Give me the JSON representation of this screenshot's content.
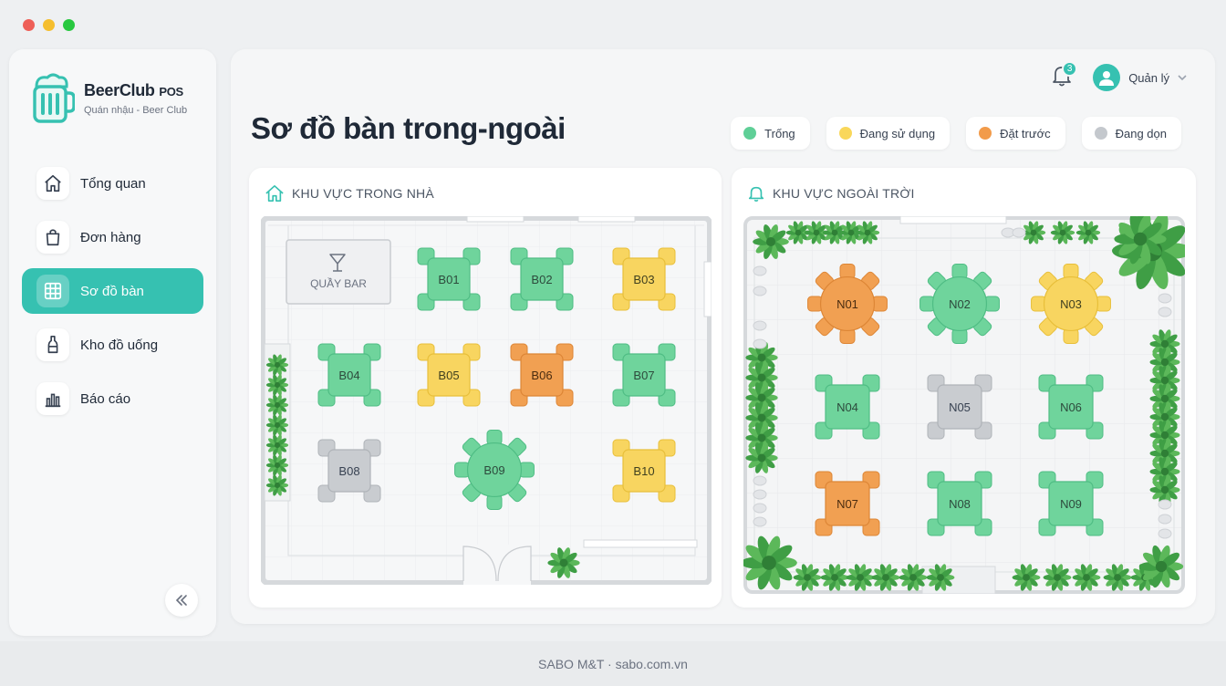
{
  "window": {
    "traffic_lights": [
      "#ee5f57",
      "#f5be2e",
      "#28c840"
    ]
  },
  "brand": {
    "name": "BeerClub",
    "suffix": "POS",
    "subtitle": "Quán nhậu - Beer Club"
  },
  "nav": {
    "items": [
      {
        "label": "Tổng quan",
        "icon": "home-icon",
        "active": false
      },
      {
        "label": "Đơn hàng",
        "icon": "bag-icon",
        "active": false
      },
      {
        "label": "Sơ đồ bàn",
        "icon": "grid-icon",
        "active": true
      },
      {
        "label": "Kho đồ uống",
        "icon": "bottle-icon",
        "active": false
      },
      {
        "label": "Báo cáo",
        "icon": "bar-chart-icon",
        "active": false
      }
    ],
    "collapse_icon": "double-chevron-left-icon"
  },
  "header": {
    "notification_count": "3",
    "user_name": "Quản lý"
  },
  "page": {
    "title": "Sơ đồ bàn trong-ngoài"
  },
  "legend": [
    {
      "label": "Trống",
      "color": "#5fcf97"
    },
    {
      "label": "Đang sử dụng",
      "color": "#f9d75a"
    },
    {
      "label": "Đặt trước",
      "color": "#f29b4a"
    },
    {
      "label": "Đang dọn",
      "color": "#c4c8cd"
    }
  ],
  "colors": {
    "accent": "#36c1b1",
    "empty": "#6fd49c",
    "in_use": "#f8d560",
    "reserved": "#f1a052",
    "cleaning": "#c9ccd0"
  },
  "indoor": {
    "title": "KHU VỰC TRONG NHÀ",
    "bar_label": "QUẦY BAR",
    "tables": [
      {
        "id": "B01",
        "status": "empty",
        "shape": "square"
      },
      {
        "id": "B02",
        "status": "empty",
        "shape": "square"
      },
      {
        "id": "B03",
        "status": "in_use",
        "shape": "square"
      },
      {
        "id": "B04",
        "status": "empty",
        "shape": "square"
      },
      {
        "id": "B05",
        "status": "in_use",
        "shape": "square"
      },
      {
        "id": "B06",
        "status": "reserved",
        "shape": "square"
      },
      {
        "id": "B07",
        "status": "empty",
        "shape": "square"
      },
      {
        "id": "B08",
        "status": "cleaning",
        "shape": "square"
      },
      {
        "id": "B09",
        "status": "empty",
        "shape": "round"
      },
      {
        "id": "B10",
        "status": "in_use",
        "shape": "square"
      }
    ]
  },
  "outdoor": {
    "title": "KHU VỰC NGOÀI TRỜI",
    "tables": [
      {
        "id": "N01",
        "status": "reserved",
        "shape": "round"
      },
      {
        "id": "N02",
        "status": "empty",
        "shape": "round"
      },
      {
        "id": "N03",
        "status": "in_use",
        "shape": "round"
      },
      {
        "id": "N04",
        "status": "empty",
        "shape": "square"
      },
      {
        "id": "N05",
        "status": "cleaning",
        "shape": "square"
      },
      {
        "id": "N06",
        "status": "empty",
        "shape": "square"
      },
      {
        "id": "N07",
        "status": "reserved",
        "shape": "square"
      },
      {
        "id": "N08",
        "status": "empty",
        "shape": "square"
      },
      {
        "id": "N09",
        "status": "empty",
        "shape": "square"
      }
    ]
  },
  "footer": {
    "text": "SABO M&T · sabo.com.vn"
  }
}
